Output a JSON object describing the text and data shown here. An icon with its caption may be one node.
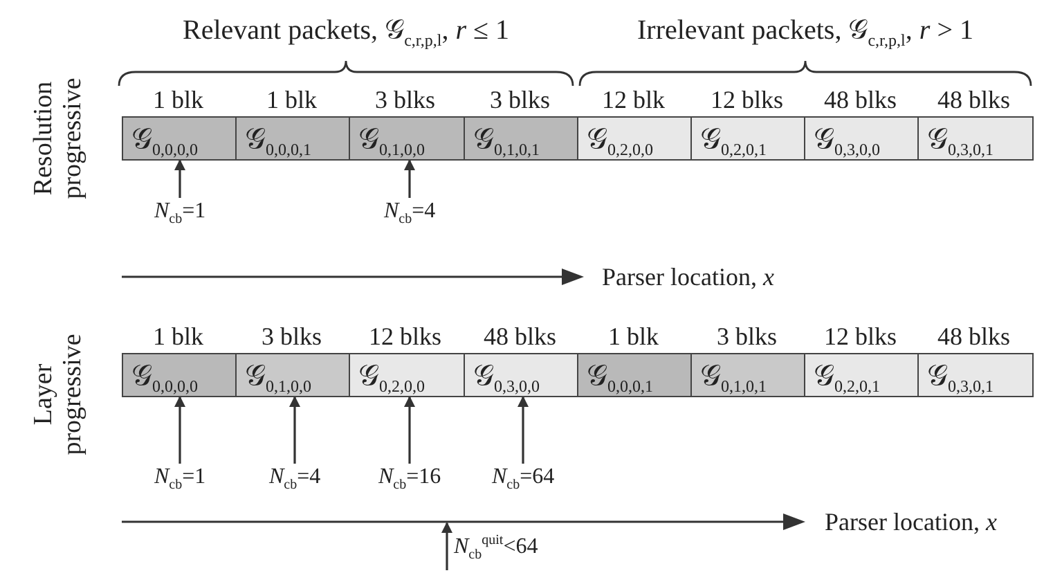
{
  "diagram": {
    "nodes": [
      {
        "text": [
          "𝒢$_{0,0,0,0}$"
        ],
        "beside": [
          "1 blk"
        ]
      },
      {
        "text": [
          "𝒢$_{0,0,0,1}$"
        ],
        "beside": [
          "1 blk"
        ]
      },
      {
        "text": [
          "𝒢$_{0,1,0,0}$"
        ],
        "beside": [
          "3 blks"
        ]
      },
      {
        "text": [
          "𝒢$_{0,1,0,1}$"
        ],
        "beside": [
          "3 blks"
        ]
      },
      {
        "text": [
          "𝒢$_{0,2,0,0}$"
        ],
        "beside": [
          "12 blk"
        ]
      },
      {
        "text": [
          "𝒢$_{0,2,0,1}$"
        ],
        "beside": [
          "12 blks"
        ]
      },
      {
        "text": [
          "𝒢$_{0,3,0,0}$"
        ],
        "beside": [
          "48 blks"
        ]
      },
      {
        "text": [
          "𝒢$_{0,3,0,1}$"
        ],
        "beside": [
          "48 blks"
        ]
      },
      {
        "text": [
          "*N*$_{cb}$=1"
        ]
      },
      {
        "text": [
          "*N*$_{cb}$=4"
        ]
      },
      {
        "text": [
          "𝒢$_{0,0,0,0}$"
        ],
        "beside": [
          "1 blk"
        ]
      },
      {
        "text": [
          "𝒢$_{0,1,0,0}$"
        ],
        "beside": [
          "3 blks"
        ]
      },
      {
        "text": [
          "𝒢$_{0,2,0,0}$"
        ],
        "beside": [
          "12 blks"
        ]
      },
      {
        "text": [
          "𝒢$_{0,3,0,0}$"
        ],
        "beside": [
          "48 blks"
        ]
      },
      {
        "text": [
          "𝒢$_{0,0,0,1}$"
        ],
        "beside": [
          "1 blk"
        ]
      },
      {
        "text": [
          "𝒢$_{0,1,0,1}$"
        ],
        "beside": [
          "3 blks"
        ]
      },
      {
        "text": [
          "𝒢$_{0,2,0,1}$"
        ],
        "beside": [
          "12 blks"
        ]
      },
      {
        "text": [
          "𝒢$_{0,3,0,1}$"
        ],
        "beside": [
          "48 blks"
        ]
      },
      {
        "text": [
          "*N*$_{cb}$=1"
        ]
      },
      {
        "text": [
          "*N*$_{cb}$=4"
        ]
      },
      {
        "text": [
          "*N*$_{cb}$=16"
        ]
      },
      {
        "text": [
          "*N*$_{cb}$=64"
        ]
      },
      {
        "text": [
          "*N*$_{cb}$$^{quit}$<64"
        ]
      }
    ],
    "edges": [
      {
        "from": 8,
        "to": 0,
        "arrow": "to"
      },
      {
        "from": 9,
        "to": 2,
        "arrow": "to"
      },
      {
        "from": 18,
        "to": 10,
        "arrow": "to"
      },
      {
        "from": 19,
        "to": 11,
        "arrow": "to"
      },
      {
        "from": 20,
        "to": 12,
        "arrow": "to"
      },
      {
        "from": 21,
        "to": 13,
        "arrow": "to"
      },
      {
        "from": null,
        "to": 22,
        "arrow": "to"
      }
    ],
    "labels": [
      "Relevant packets, 𝒢$_{c,r,p,l}$, *r* ≤ 1",
      "Irrelevant packets, 𝒢$_{c,r,p,l}$, *r* > 1",
      "Resolution progressive",
      "Parser location, *x*",
      "Layer progressive",
      "Parser location, *x*"
    ]
  }
}
